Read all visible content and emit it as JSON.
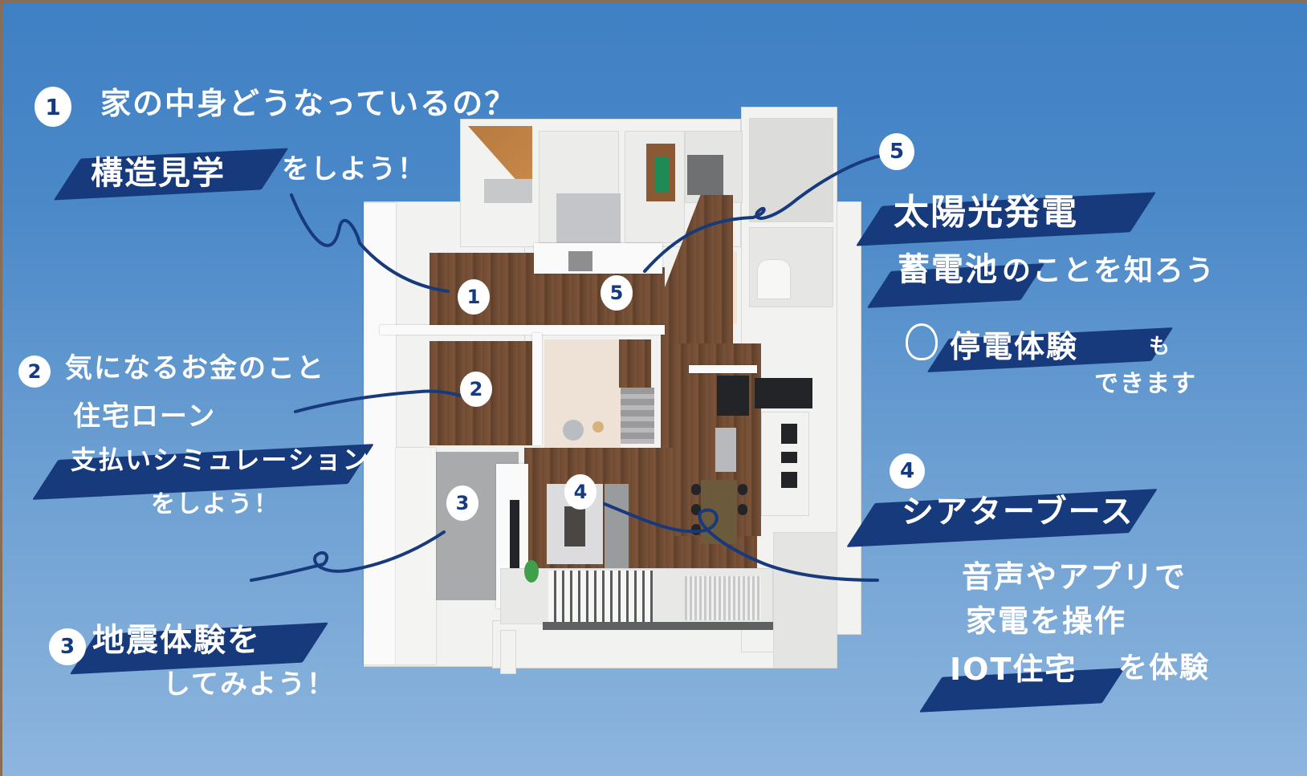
{
  "theme": {
    "sky_top": "#3f80c4",
    "sky_bottom": "#8db5de",
    "ribbon_color": "#163a7c",
    "text_color": "#ffffff",
    "border_color": "#8a6d55"
  },
  "callouts": {
    "c1": {
      "number": "1",
      "line1": "家の中身どうなっているの？",
      "highlight": "構造見学",
      "line2_rest": "をしよう！"
    },
    "c2": {
      "number": "2",
      "line1": "気になるお金のこと",
      "line2": "住宅ローン",
      "highlight": "支払いシミュレーション",
      "line4": "をしよう！"
    },
    "c3": {
      "number": "3",
      "highlight": "地震体験を",
      "line2": "してみよう！"
    },
    "c4": {
      "number": "4",
      "highlight": "シアターブース",
      "line2": "音声やアプリで",
      "line3": "家電を操作",
      "highlight2": "IOT住宅",
      "line4_rest": "を体験"
    },
    "c5": {
      "number": "5",
      "highlight1": "太陽光発電",
      "highlight2_part": "蓄電池",
      "line2_rest": "のことを知ろう",
      "bulb_icon": "light-bulb",
      "highlight3": "停電体験",
      "line3_rest": "も",
      "line4": "できます"
    }
  },
  "plan_markers": [
    {
      "id": "1",
      "label": "1"
    },
    {
      "id": "2",
      "label": "2"
    },
    {
      "id": "3",
      "label": "3"
    },
    {
      "id": "4",
      "label": "4"
    },
    {
      "id": "5",
      "label": "5"
    }
  ]
}
